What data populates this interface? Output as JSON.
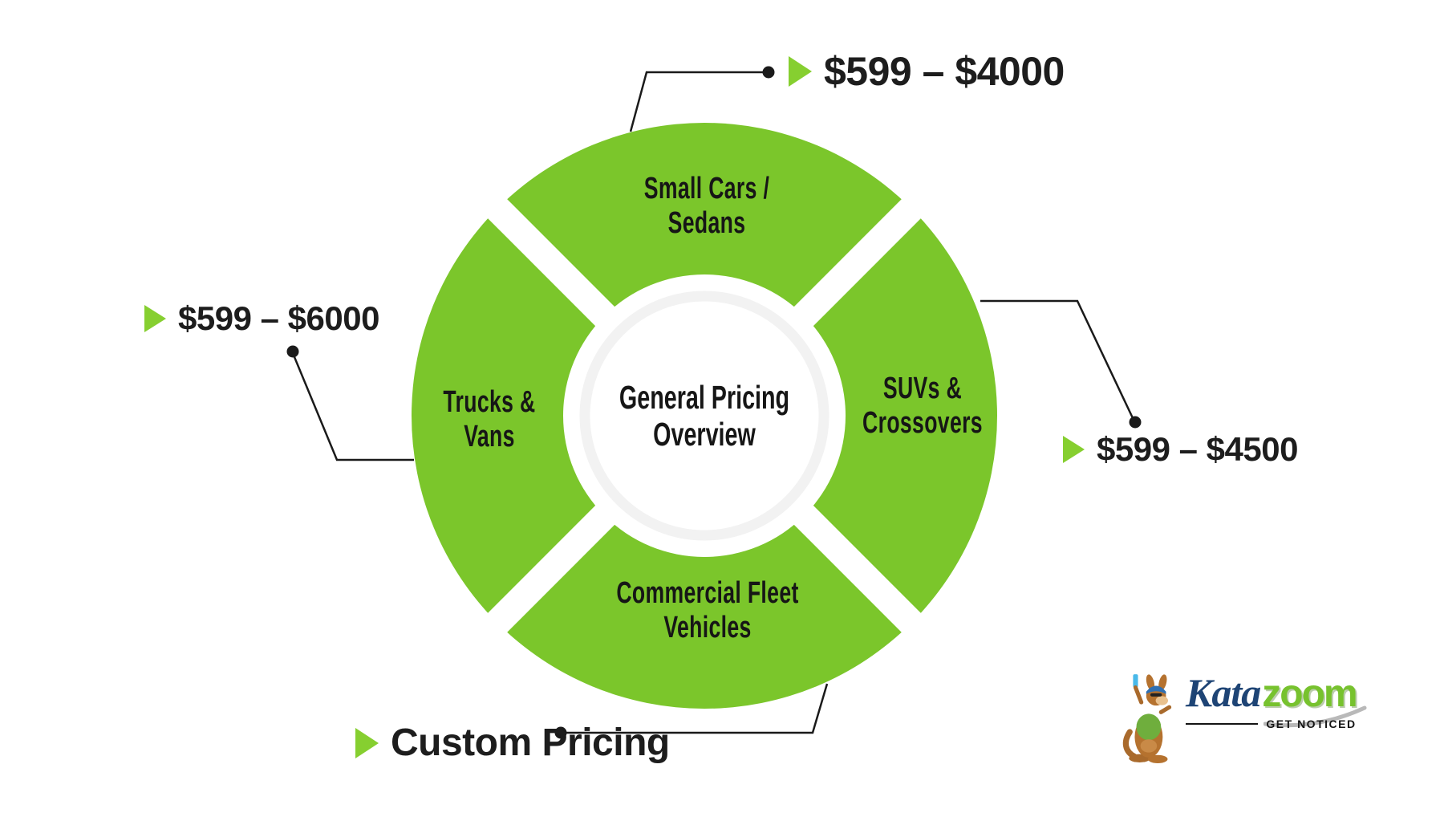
{
  "center": {
    "line1": "General Pricing",
    "line2": "Overview"
  },
  "segments": [
    {
      "id": "small-cars-sedans",
      "label_line1": "Small Cars /",
      "label_line2": "Sedans",
      "price": "$599 – $4000"
    },
    {
      "id": "suvs-crossovers",
      "label_line1": "SUVs &",
      "label_line2": "Crossovers",
      "price": "$599 – $4500"
    },
    {
      "id": "commercial-fleet",
      "label_line1": "Commercial Fleet",
      "label_line2": "Vehicles",
      "price": "Custom Pricing"
    },
    {
      "id": "trucks-vans",
      "label_line1": "Trucks &",
      "label_line2": "Vans",
      "price": "$599 – $6000"
    }
  ],
  "logo": {
    "brand_part1": "Kata",
    "brand_part2": "zoom",
    "tagline": "GET NOTICED"
  },
  "colors": {
    "green": "#7BC62B",
    "marker": "#86CF30",
    "line": "#1a1a1a",
    "ring": "#f2f2f2",
    "navy": "#1E4475",
    "logo_green": "#77C22E"
  }
}
